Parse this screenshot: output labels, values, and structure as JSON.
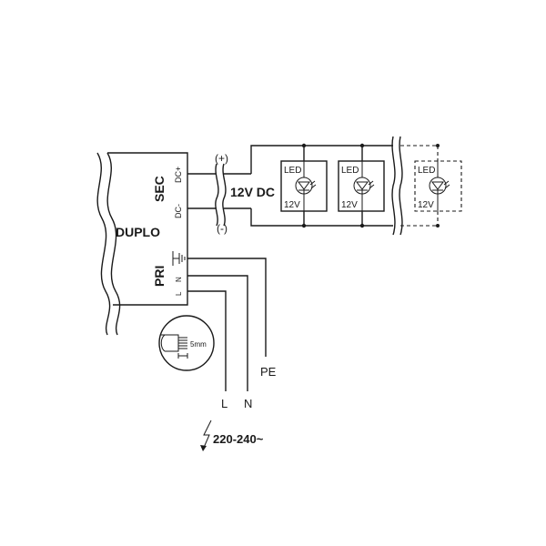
{
  "device": {
    "name": "DUPLO",
    "secondary_label": "SEC",
    "primary_label": "PRI",
    "dc_plus": "DC+",
    "dc_minus": "DC-",
    "terminal_n": "N",
    "terminal_l": "L"
  },
  "output": {
    "plus": "(+)",
    "minus": "(-)",
    "voltage": "12V DC"
  },
  "led_modules": [
    {
      "label": "LED",
      "voltage": "12V",
      "style": "solid"
    },
    {
      "label": "LED",
      "voltage": "12V",
      "style": "solid"
    },
    {
      "label": "LED",
      "voltage": "12V",
      "style": "dashed"
    }
  ],
  "mains": {
    "pe": "PE",
    "l": "L",
    "n": "N",
    "voltage": "220-240~"
  },
  "wire_strip": {
    "length": "5mm"
  },
  "icons": [
    "ground-symbol-icon",
    "led-diode-icon",
    "lightning-bolt-icon",
    "wire-strip-icon"
  ]
}
